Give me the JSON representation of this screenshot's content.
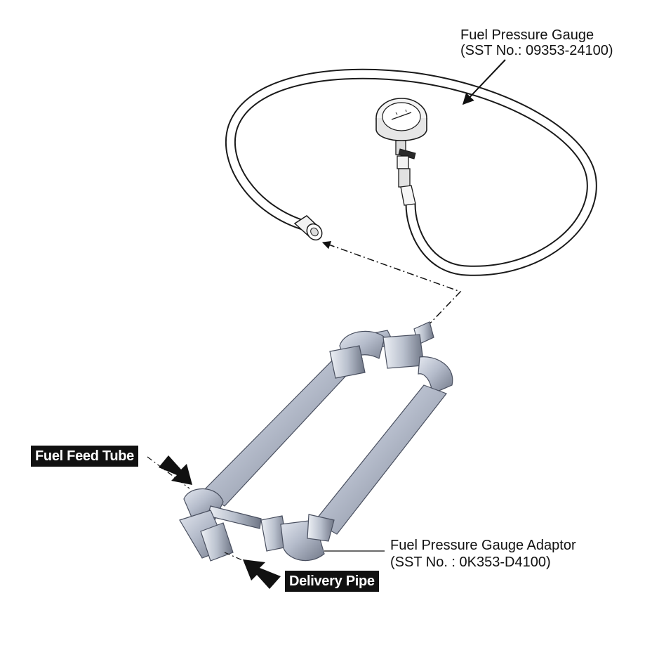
{
  "labels": {
    "gauge_name": "Fuel Pressure Gauge",
    "gauge_sst": "(SST No.: 09353-24100)",
    "adaptor_name": "Fuel Pressure Gauge Adaptor",
    "adaptor_sst": "(SST No. : 0K353-D4100)",
    "feed_tube": "Fuel Feed Tube",
    "delivery_pipe": "Delivery Pipe"
  },
  "colors": {
    "line": "#1a1a1a",
    "tube_light": "#d6dbe6",
    "tube_mid": "#a7aebd",
    "tube_dark": "#6f7686",
    "tag_bg": "#111111"
  }
}
